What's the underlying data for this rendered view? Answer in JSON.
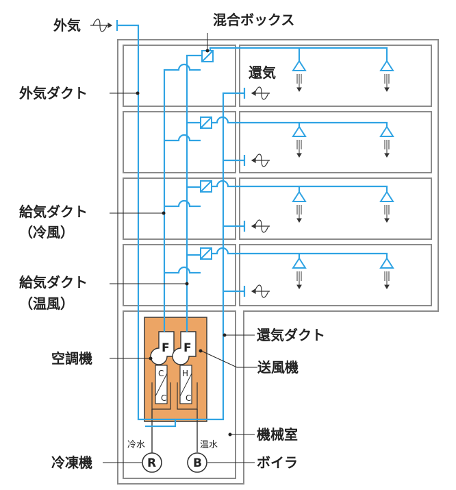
{
  "labels": {
    "outside_air": "外気",
    "mixing_box": "混合ボックス",
    "return_air": "還気",
    "outside_air_duct": "外気ダクト",
    "supply_duct_cool_1": "給気ダクト",
    "supply_duct_cool_2": "（冷風）",
    "supply_duct_warm_1": "給気ダクト",
    "supply_duct_warm_2": "（温風）",
    "return_duct": "還気ダクト",
    "ahu": "空調機",
    "fan": "送風機",
    "machine_room": "機械室",
    "cold_water": "冷水",
    "hot_water": "温水",
    "chiller": "冷凍機",
    "boiler": "ボイラ"
  },
  "equipment": {
    "fan_letter_1": "F",
    "fan_letter_2": "F",
    "chiller_letter": "R",
    "boiler_letter": "B",
    "coil_cool_top": "C",
    "coil_cool_bottom": "C",
    "coil_hot_top": "H",
    "coil_hot_bottom": "C"
  },
  "colors": {
    "duct": "#2fa3e3",
    "ahu_fill": "#eca565",
    "room_stroke": "#8a8a8a",
    "leader": "#222222"
  }
}
